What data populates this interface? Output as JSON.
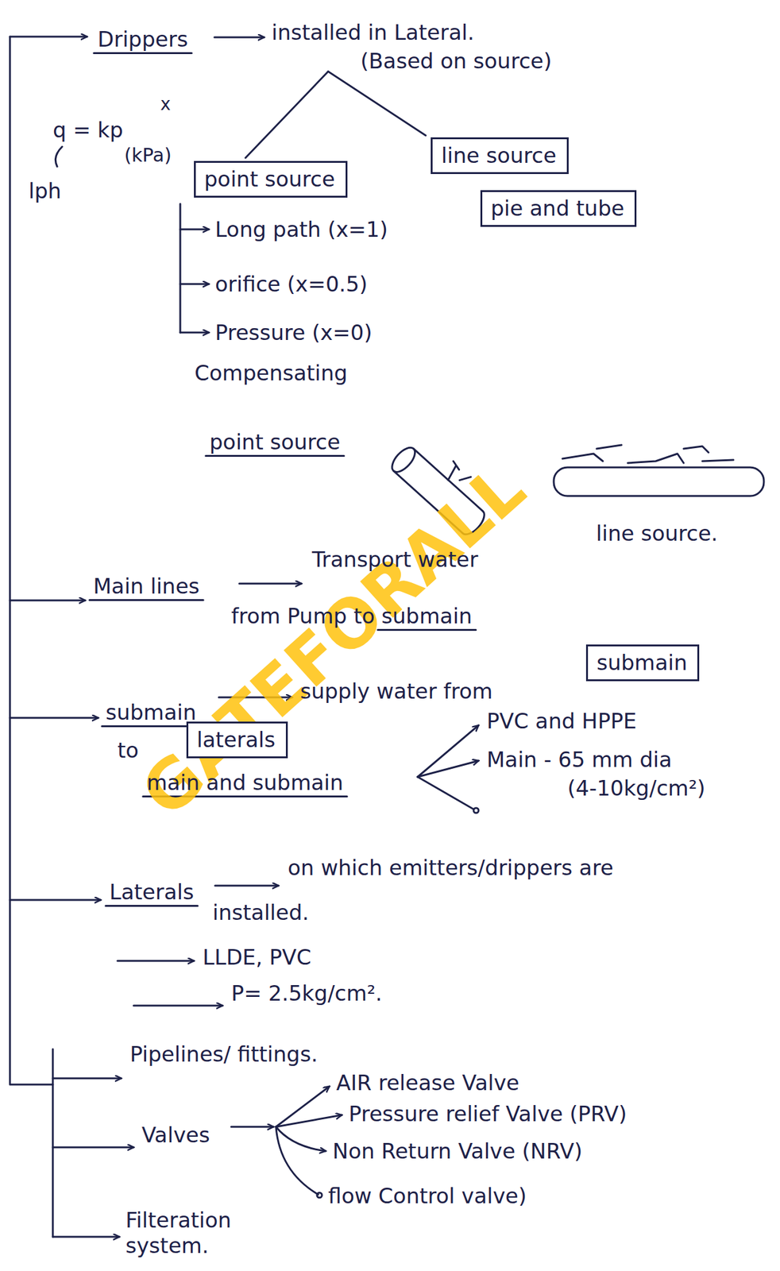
{
  "diagram": {
    "nodes": [
      {
        "text": [
          "point source"
        ]
      },
      {
        "text": [
          "line source"
        ]
      },
      {
        "text": [
          "pie and tube"
        ]
      },
      {
        "text": [
          "submain"
        ]
      },
      {
        "text": [
          "laterals"
        ]
      }
    ],
    "labels": [
      "Drippers",
      "installed in Lateral.",
      "(Based on source)",
      "q = kp",
      "x",
      "(kPa)",
      "lph",
      "Long path (x=1)",
      "orifice (x=0.5)",
      "Pressure (x=0)",
      "Compensating",
      "point source",
      "line source.",
      "Main lines",
      "Transport water",
      "from Pump to submain",
      "submain",
      "supply water from",
      "to",
      "main and submain",
      "PVC and HPPE",
      "Main - 65 mm dia",
      "(4-10kg/cm²)",
      "Laterals",
      "on which emitters/drippers are",
      "installed.",
      "LLDE, PVC",
      "P= 2.5kg/cm².",
      "Pipelines/ fittings.",
      "Valves",
      "AIR release Valve",
      "Pressure relief Valve (PRV)",
      "Non Return Valve (NRV)",
      "flow Control valve)",
      "Filteration system.",
      "GATEFORALL"
    ]
  }
}
